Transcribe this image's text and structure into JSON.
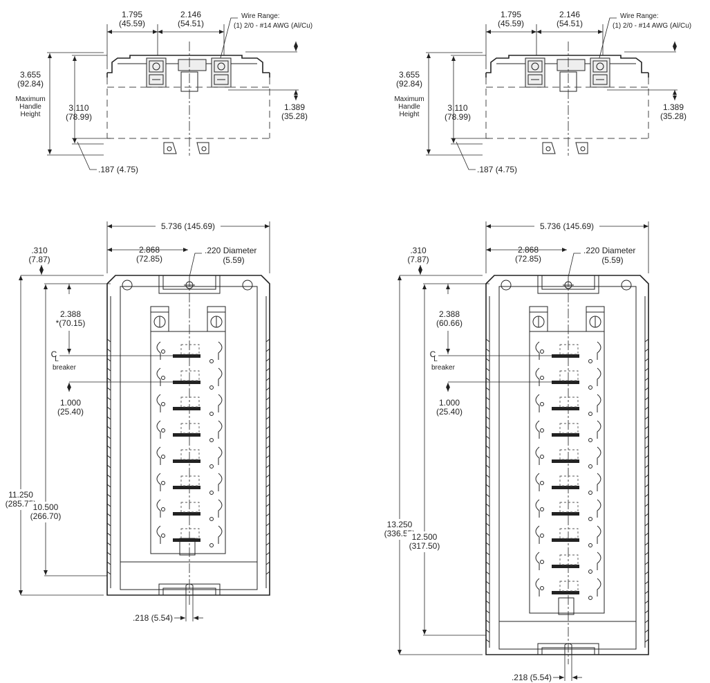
{
  "drawings": [
    {
      "side": {
        "dim_a": "1.795",
        "dim_a_mm": "(45.59)",
        "dim_b": "2.146",
        "dim_b_mm": "(54.51)",
        "wire_range_title": "Wire Range:",
        "wire_range_value": "(1) 2/0 - #14 AWG (Al/Cu)",
        "height_total": "3.655",
        "height_total_mm": "(92.84)",
        "handle_label": [
          "Maximum",
          "Handle",
          "Height"
        ],
        "height_body": "3.110",
        "height_body_mm": "(78.99)",
        "offset_right": "1.389",
        "offset_right_mm": "(35.28)",
        "bottom_offset": ".187 (4.75)"
      },
      "plan": {
        "width_total": "5.736 (145.69)",
        "edge_offset": ".310",
        "edge_offset_mm": "(7.87)",
        "half_width": "2.868",
        "half_width_mm": "(72.85)",
        "hole_dia": ".220 Diameter",
        "hole_dia_mm": "(5.59)",
        "first_breaker": "2.388",
        "first_breaker_mm": "*(70.15)",
        "cl_symbol": "C",
        "cl_sub": "L",
        "breaker_label": "breaker",
        "pitch": "1.000",
        "pitch_mm": "(25.40)",
        "height_total": "11.250",
        "height_total_mm": "(285.75)",
        "height_inner": "10.500",
        "height_inner_mm": "(266.70)",
        "slot_width": ".218 (5.54)"
      }
    },
    {
      "side": {
        "dim_a": "1.795",
        "dim_a_mm": "(45.59)",
        "dim_b": "2.146",
        "dim_b_mm": "(54.51)",
        "wire_range_title": "Wire Range:",
        "wire_range_value": "(1) 2/0 - #14 AWG (Al/Cu)",
        "height_total": "3.655",
        "height_total_mm": "(92.84)",
        "handle_label": [
          "Maximum",
          "Handle",
          "Height"
        ],
        "height_body": "3.110",
        "height_body_mm": "(78.99)",
        "offset_right": "1.389",
        "offset_right_mm": "(35.28)",
        "bottom_offset": ".187 (4.75)"
      },
      "plan": {
        "width_total": "5.736 (145.69)",
        "edge_offset": ".310",
        "edge_offset_mm": "(7.87)",
        "half_width": "2.868",
        "half_width_mm": "(72.85)",
        "hole_dia": ".220 Diameter",
        "hole_dia_mm": "(5.59)",
        "first_breaker": "2.388",
        "first_breaker_mm": "(60.66)",
        "cl_symbol": "C",
        "cl_sub": "L",
        "breaker_label": "breaker",
        "pitch": "1.000",
        "pitch_mm": "(25.40)",
        "height_total": "13.250",
        "height_total_mm": "(336.55)",
        "height_inner": "12.500",
        "height_inner_mm": "(317.50)",
        "slot_width": ".218 (5.54)"
      }
    }
  ]
}
